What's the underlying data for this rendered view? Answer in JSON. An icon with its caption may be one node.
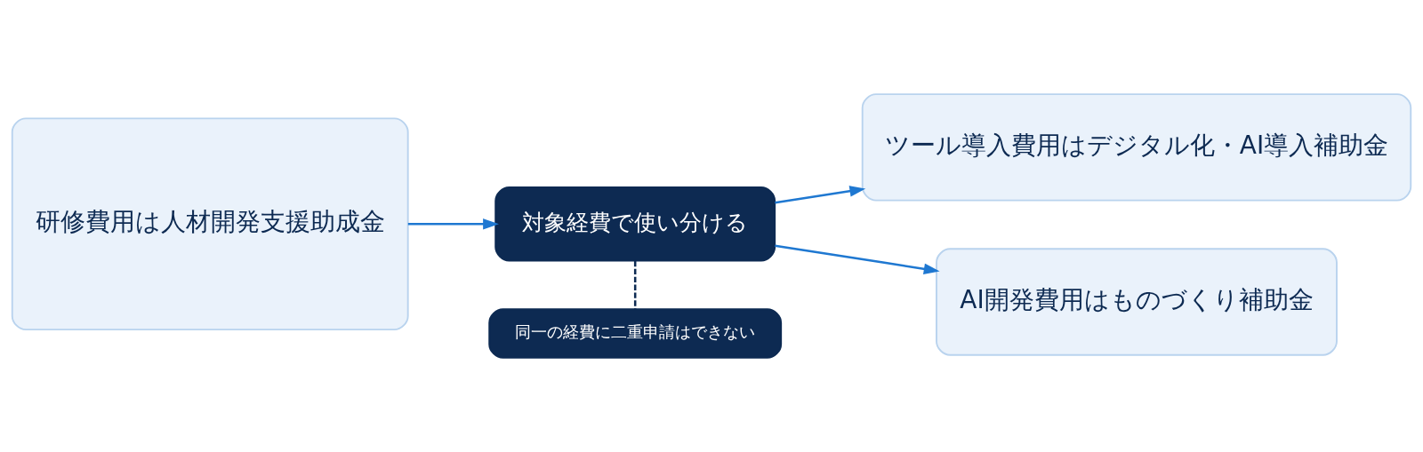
{
  "diagram": {
    "nodes": [
      {
        "text": [
          "研修費用は人材開発支援助成金"
        ]
      },
      {
        "text": [
          "対象経費で使い分ける"
        ]
      },
      {
        "text": [
          "ツール導入費用はデジタル化・AI導入補助金"
        ]
      },
      {
        "text": [
          "AI開発費用はものづくり補助金"
        ]
      },
      {
        "text": [
          "同一の経費に二重申請はできない"
        ]
      }
    ],
    "edges": [
      {
        "from": 0,
        "to": 1,
        "arrow": "to"
      },
      {
        "from": 1,
        "to": 2,
        "arrow": "to"
      },
      {
        "from": 1,
        "to": 3,
        "arrow": "to"
      },
      {
        "from": 1,
        "to": 4,
        "arrow": "none",
        "style": "dashed",
        "color": "#0d2a52"
      }
    ]
  }
}
